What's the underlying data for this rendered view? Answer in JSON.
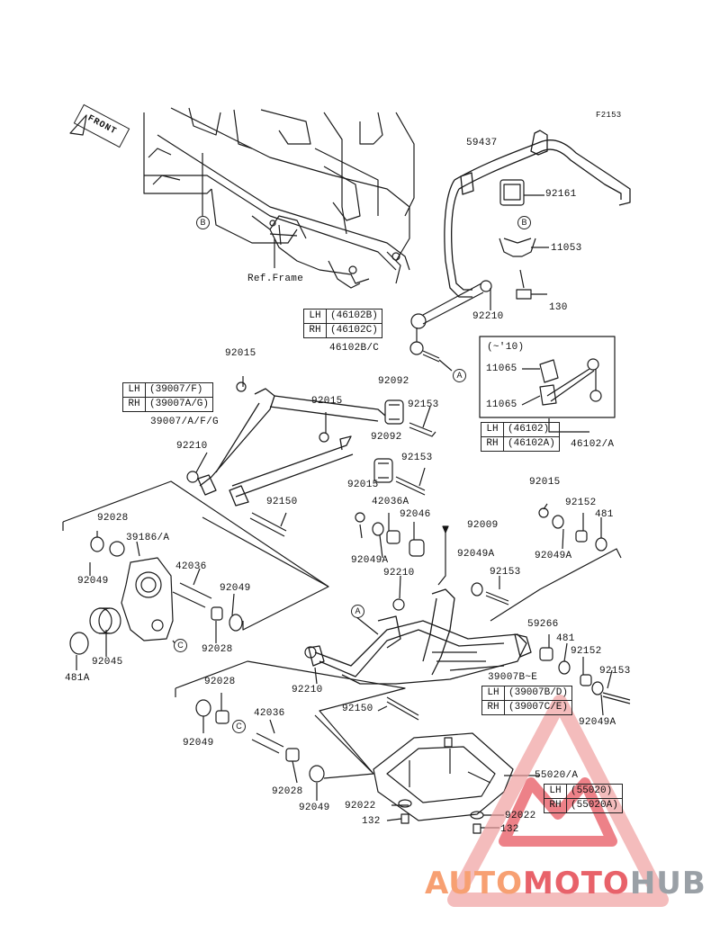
{
  "diagram": {
    "figure_id": "F2153",
    "front_label": "FRONT",
    "ref_frame": "Ref.Frame",
    "part_labels": [
      {
        "key": "p59437",
        "text": "59437"
      },
      {
        "key": "p92161",
        "text": "92161"
      },
      {
        "key": "p11053",
        "text": "11053"
      },
      {
        "key": "p130",
        "text": "130"
      },
      {
        "key": "p92210a",
        "text": "92210"
      },
      {
        "key": "p46102bc",
        "text": "46102B/C"
      },
      {
        "key": "p92015a",
        "text": "92015"
      },
      {
        "key": "p92092a",
        "text": "92092"
      },
      {
        "key": "p92015b",
        "text": "92015"
      },
      {
        "key": "p92153a",
        "text": "92153"
      },
      {
        "key": "p39007aaf",
        "text": "39007/A/F/G"
      },
      {
        "key": "p92092b",
        "text": "92092"
      },
      {
        "key": "p92210b",
        "text": "92210"
      },
      {
        "key": "p92153b",
        "text": "92153"
      },
      {
        "key": "p11065a",
        "text": "11065"
      },
      {
        "key": "p11065b",
        "text": "11065"
      },
      {
        "key": "p46102a",
        "text": "46102/A"
      },
      {
        "key": "p92015c",
        "text": "92015"
      },
      {
        "key": "p42036a",
        "text": "42036A"
      },
      {
        "key": "p92150a",
        "text": "92150"
      },
      {
        "key": "p92046",
        "text": "92046"
      },
      {
        "key": "p92009",
        "text": "92009"
      },
      {
        "key": "p92015d",
        "text": "92015"
      },
      {
        "key": "p92152a",
        "text": "92152"
      },
      {
        "key": "p481a",
        "text": "481"
      },
      {
        "key": "p92028a",
        "text": "92028"
      },
      {
        "key": "p39186",
        "text": "39186/A"
      },
      {
        "key": "p92049a",
        "text": "92049A"
      },
      {
        "key": "p92049b",
        "text": "92049A"
      },
      {
        "key": "p92049c",
        "text": "92049A"
      },
      {
        "key": "p92153c",
        "text": "92153"
      },
      {
        "key": "p42036b",
        "text": "42036"
      },
      {
        "key": "p92210c",
        "text": "92210"
      },
      {
        "key": "p92049d",
        "text": "92049"
      },
      {
        "key": "p92049e",
        "text": "92049"
      },
      {
        "key": "p92028b",
        "text": "92028"
      },
      {
        "key": "p92045",
        "text": "92045"
      },
      {
        "key": "p481b",
        "text": "481A"
      },
      {
        "key": "p59266",
        "text": "59266"
      },
      {
        "key": "p481c",
        "text": "481"
      },
      {
        "key": "p92152b",
        "text": "92152"
      },
      {
        "key": "p92153d",
        "text": "92153"
      },
      {
        "key": "p39007be",
        "text": "39007B~E"
      },
      {
        "key": "p92210d",
        "text": "92210"
      },
      {
        "key": "p92150b",
        "text": "92150"
      },
      {
        "key": "p92049f",
        "text": "92049A"
      },
      {
        "key": "p92028c",
        "text": "92028"
      },
      {
        "key": "p42036c",
        "text": "42036"
      },
      {
        "key": "p92049g",
        "text": "92049"
      },
      {
        "key": "p92028d",
        "text": "92028"
      },
      {
        "key": "p92049h",
        "text": "92049"
      },
      {
        "key": "p55020",
        "text": "55020/A"
      },
      {
        "key": "p92022a",
        "text": "92022"
      },
      {
        "key": "p92022b",
        "text": "92022"
      },
      {
        "key": "p132a",
        "text": "132"
      },
      {
        "key": "p132b",
        "text": "132"
      }
    ],
    "legends": {
      "l46102bc": [
        {
          "side": "LH",
          "part": "(46102B)"
        },
        {
          "side": "RH",
          "part": "(46102C)"
        }
      ],
      "l39007fg": [
        {
          "side": "LH",
          "part": "(39007/F)"
        },
        {
          "side": "RH",
          "part": "(39007A/G)"
        }
      ],
      "l46102": [
        {
          "side": "LH",
          "part": "(46102)"
        },
        {
          "side": "RH",
          "part": "(46102A)"
        }
      ],
      "l39007bde": [
        {
          "side": "LH",
          "part": "(39007B/D)"
        },
        {
          "side": "RH",
          "part": "(39007C/E)"
        }
      ],
      "l55020": [
        {
          "side": "LH",
          "part": "(55020)"
        },
        {
          "side": "RH",
          "part": "(55020A)"
        }
      ]
    },
    "inset_note": "(~'10)",
    "callouts": {
      "a": "A",
      "b": "B",
      "c": "C"
    }
  },
  "watermark": {
    "part1": "AUTO",
    "part2": "MOTO",
    "part3": "HUB"
  }
}
